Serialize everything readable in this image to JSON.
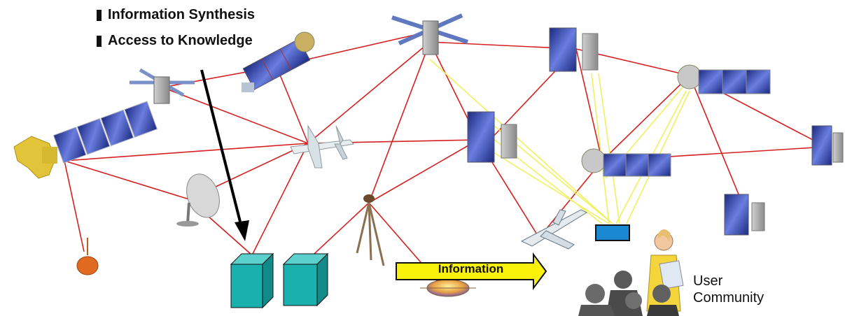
{
  "bullets": [
    "Information Synthesis",
    "Access to Knowledge"
  ],
  "flow_label": "Information",
  "user_label": [
    "User",
    "Community"
  ],
  "colors": {
    "network_link": "#d62020",
    "highlight_link": "#f0f060",
    "panel": "#2b3b9a",
    "storage_box": "#19b0ad",
    "ground_station": "#1a88d0",
    "arrow_fill": "#fbf20a"
  }
}
